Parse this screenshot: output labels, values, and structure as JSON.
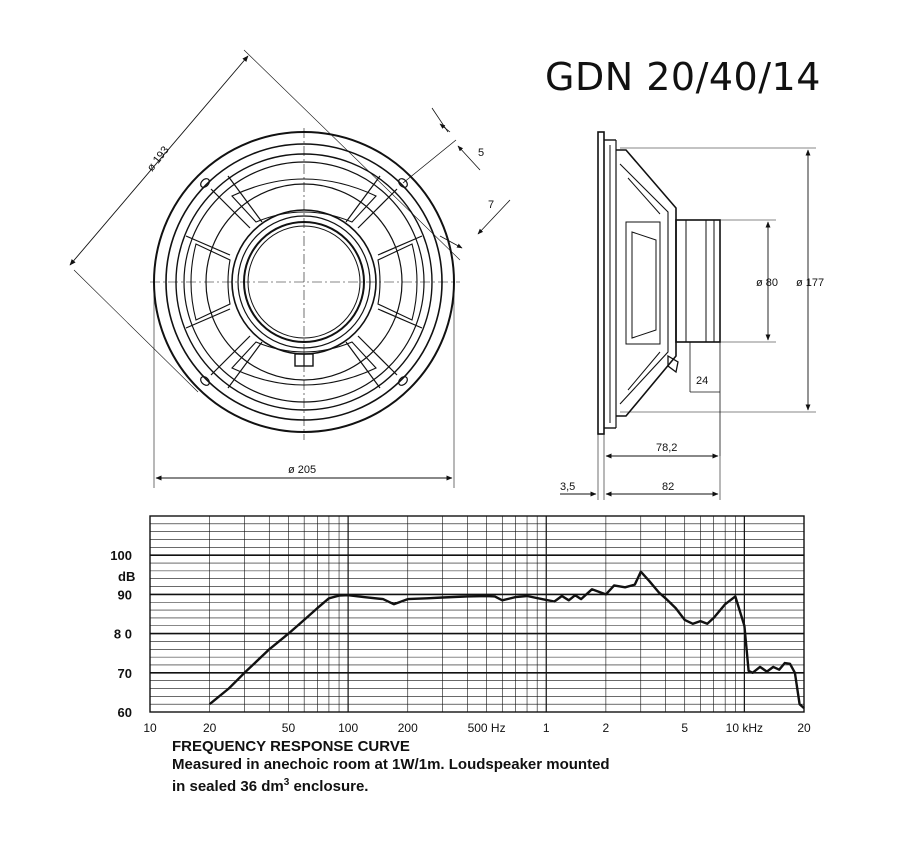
{
  "model": "GDN 20/40/14",
  "dimensions": {
    "diameter_outer_diag": "ø 193",
    "flange_5": "5",
    "flange_7": "7",
    "frame_diameter": "ø 205",
    "magnet_diameter": "ø 80",
    "side_diameter": "ø 177",
    "magnet_depth": "24",
    "depth_78": "78,2",
    "flange_thickness": "3,5",
    "total_depth": "82"
  },
  "caption": {
    "title": "FREQUENCY RESPONSE CURVE",
    "line1": "Measured in anechoic room at 1W/1m. Loudspeaker mounted",
    "line2_pre": "in sealed 36 dm",
    "line2_sup": "3",
    "line2_post": " enclosure."
  },
  "chart_data": {
    "type": "line",
    "x_scale": "log",
    "xlim": [
      10,
      20000
    ],
    "ylim": [
      60,
      110
    ],
    "ylabel": "dB",
    "x_tick_labels": [
      {
        "x": 10,
        "label": "10"
      },
      {
        "x": 20,
        "label": "20"
      },
      {
        "x": 50,
        "label": "50"
      },
      {
        "x": 100,
        "label": "100"
      },
      {
        "x": 200,
        "label": "200"
      },
      {
        "x": 500,
        "label": "500 Hz"
      },
      {
        "x": 1000,
        "label": "1"
      },
      {
        "x": 2000,
        "label": "2"
      },
      {
        "x": 5000,
        "label": "5"
      },
      {
        "x": 10000,
        "label": "10 kHz"
      },
      {
        "x": 20000,
        "label": "20"
      }
    ],
    "y_tick_labels": [
      {
        "y": 60,
        "label": "60"
      },
      {
        "y": 70,
        "label": "70"
      },
      {
        "y": 80,
        "label": "8 0"
      },
      {
        "y": 90,
        "label": "90"
      },
      {
        "y": 100,
        "label": "100"
      }
    ],
    "grid": true,
    "x": [
      20,
      25,
      30,
      40,
      50,
      60,
      70,
      80,
      90,
      100,
      120,
      150,
      170,
      200,
      250,
      300,
      400,
      500,
      550,
      600,
      700,
      800,
      1000,
      1100,
      1200,
      1300,
      1400,
      1500,
      1700,
      2000,
      2200,
      2500,
      2800,
      3000,
      3300,
      3700,
      4000,
      4500,
      5000,
      5500,
      6000,
      6500,
      7000,
      8000,
      9000,
      10000,
      10500,
      11000,
      12000,
      13000,
      14000,
      15000,
      16000,
      17000,
      18000,
      19000,
      20000
    ],
    "y": [
      62,
      66,
      70,
      76,
      80,
      83.5,
      86.5,
      89,
      89.7,
      89.8,
      89.3,
      88.8,
      87.5,
      88.8,
      89,
      89.2,
      89.5,
      89.6,
      89.5,
      88.5,
      89.3,
      89.6,
      88.6,
      88.2,
      89.6,
      88.5,
      89.8,
      88.8,
      91.3,
      90,
      92.3,
      91.8,
      92.5,
      95.8,
      93.5,
      90.5,
      89,
      86.5,
      83.5,
      82.5,
      83.2,
      82.5,
      84,
      87.5,
      89.5,
      82,
      70.5,
      70,
      71.5,
      70.3,
      71.5,
      70.8,
      72.5,
      72.3,
      70,
      62,
      61
    ]
  }
}
